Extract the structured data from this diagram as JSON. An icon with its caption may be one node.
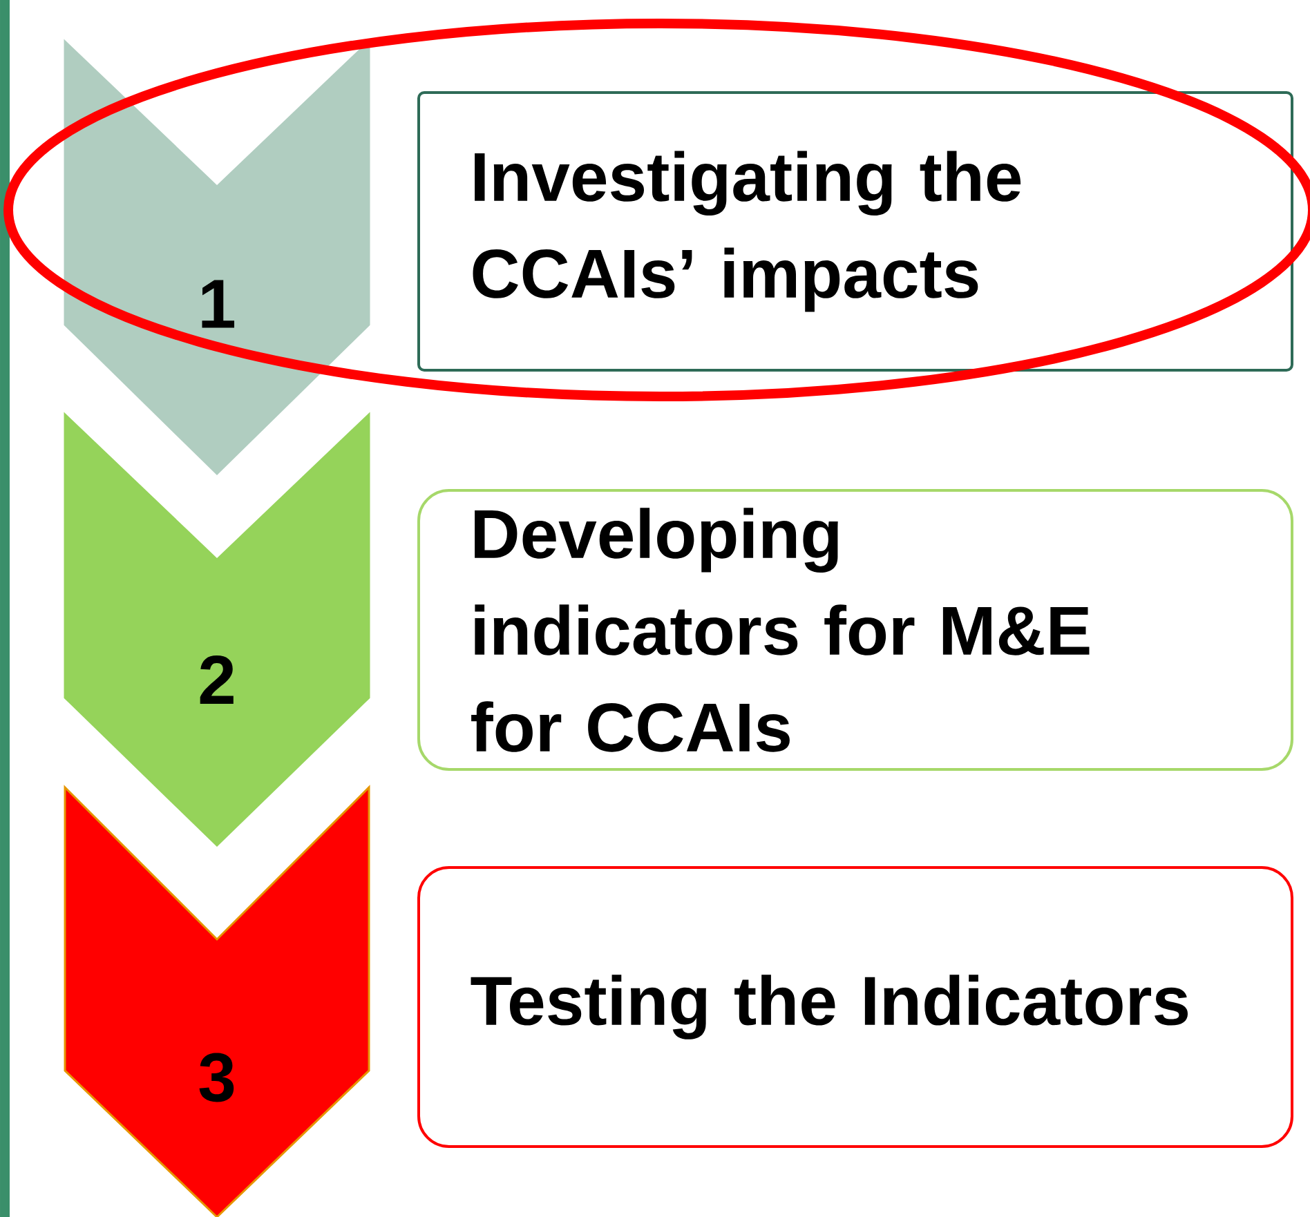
{
  "diagram": {
    "nodes": [
      {
        "text": [
          "1"
        ]
      },
      {
        "text": [
          "Investigating the CCAIs’ impacts"
        ]
      },
      {
        "text": [
          "2"
        ]
      },
      {
        "text": [
          "Developing indicators for M&E for CCAIs"
        ]
      },
      {
        "text": [
          "3"
        ]
      },
      {
        "text": [
          "Testing the Indicators"
        ]
      }
    ]
  }
}
